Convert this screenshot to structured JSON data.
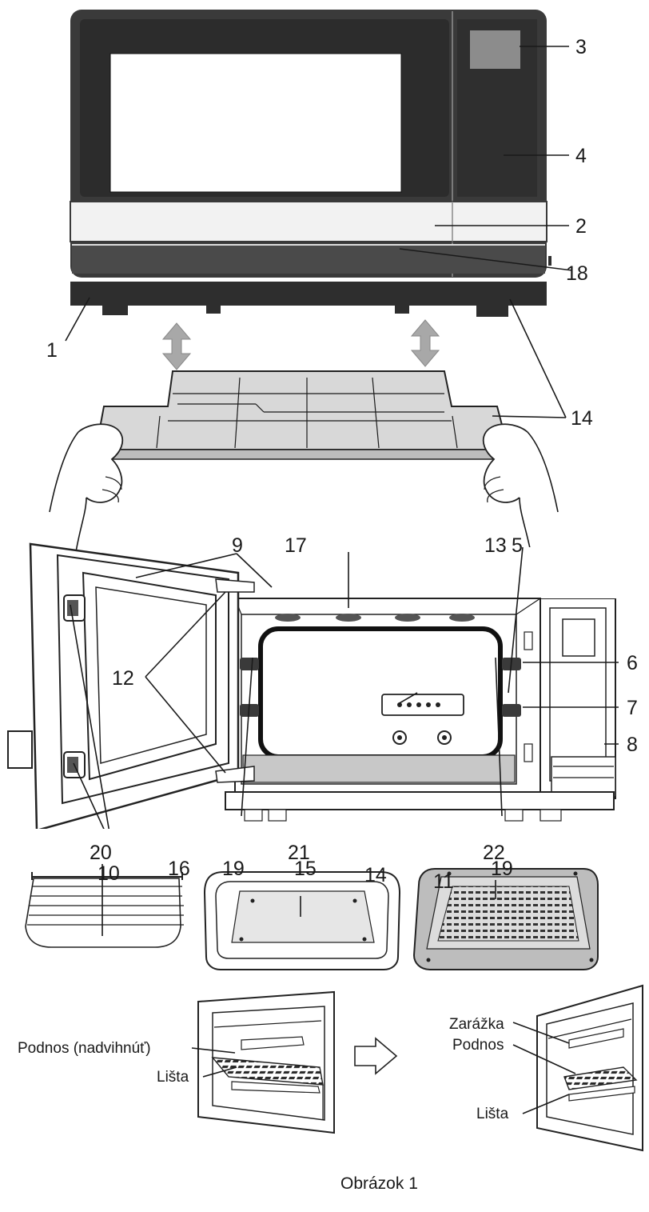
{
  "callouts": {
    "c1": "1",
    "c2": "2",
    "c3": "3",
    "c4": "4",
    "c5": "5",
    "c6": "6",
    "c7": "7",
    "c8": "8",
    "c9": "9",
    "c10": "10",
    "c11": "11",
    "c12": "12",
    "c13": "13",
    "c14a": "14",
    "c14b": "14",
    "c15": "15",
    "c16": "16",
    "c17": "17",
    "c18": "18",
    "c19a": "19",
    "c19b": "19",
    "c20": "20",
    "c21": "21",
    "c22": "22"
  },
  "labels": {
    "tray_raised": "Podnos (nadvihnúť)",
    "rail_left": "Lišta",
    "stopper": "Zarážka",
    "tray": "Podnos",
    "rail_right": "Lišta"
  },
  "caption": "Obrázok 1"
}
